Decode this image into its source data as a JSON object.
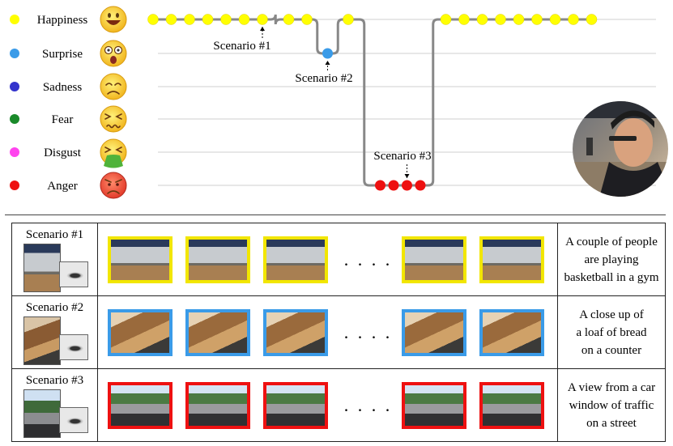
{
  "emotions": [
    {
      "label": "Happiness",
      "color": "#ffff00",
      "icon": "grinning-face-icon"
    },
    {
      "label": "Surprise",
      "color": "#3a9be8",
      "icon": "astonished-face-icon"
    },
    {
      "label": "Sadness",
      "color": "#3333cc",
      "icon": "sad-face-icon"
    },
    {
      "label": "Fear",
      "color": "#1a8a2a",
      "icon": "fearful-face-icon"
    },
    {
      "label": "Disgust",
      "color": "#ff44ee",
      "icon": "vomiting-face-icon"
    },
    {
      "label": "Anger",
      "color": "#ee1111",
      "icon": "angry-face-icon"
    }
  ],
  "timeline": {
    "events": [
      {
        "emotion": "Happiness",
        "count": 7
      },
      {
        "emotion": "Happiness",
        "count": 2
      },
      {
        "emotion": "Surprise",
        "count": 1
      },
      {
        "emotion": "Happiness",
        "count": 1
      },
      {
        "emotion": "Anger",
        "count": 4
      },
      {
        "emotion": "Happiness",
        "count": 9
      }
    ],
    "callouts": [
      {
        "label": "Scenario #1"
      },
      {
        "label": "Scenario #2"
      },
      {
        "label": "Scenario #3"
      }
    ],
    "line_color": "#888888"
  },
  "scenarios": [
    {
      "name": "Scenario #1",
      "border": "#f2e600",
      "scene": "gym",
      "frames": 5,
      "caption": [
        "A couple of people",
        "are playing",
        "basketball in a gym"
      ]
    },
    {
      "name": "Scenario #2",
      "border": "#3a9be8",
      "scene": "bread",
      "frames": 5,
      "caption": [
        "A close up of",
        "a loaf of bread",
        "on a counter"
      ]
    },
    {
      "name": "Scenario #3",
      "border": "#ee1111",
      "scene": "road",
      "frames": 5,
      "caption": [
        "A view from a car",
        "window of traffic",
        "on a street"
      ]
    }
  ],
  "ellipsis": ". . . ."
}
